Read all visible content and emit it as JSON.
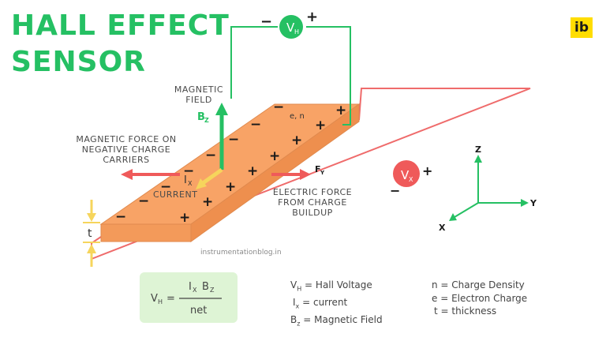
{
  "title_lines": [
    "HALL EFFECT",
    "SENSOR"
  ],
  "logo": "ib",
  "colors": {
    "green": "#25c063",
    "orange": "#f8a060",
    "red": "#ef5a5a",
    "yellow": "#f6d55c",
    "wire_red": "#ef6b6b",
    "formula_bg": "#def4d5"
  },
  "labels": {
    "magnetic_field": [
      "MAGNETIC",
      "FIELD"
    ],
    "bz": "B",
    "bz_sub": "Z",
    "magnetic_force": [
      "MAGNETIC FORCE ON",
      "NEGATIVE CHARGE",
      "CARRIERS"
    ],
    "ix": "I",
    "ix_sub": "X",
    "current": "CURRENT",
    "fy": "F",
    "fy_sub": "Y",
    "electric_force": [
      "ELECTRIC FORCE",
      "FROM CHARGE",
      "BUILDUP"
    ],
    "en": "e, n",
    "thickness": "t",
    "watermark": "instrumentationblog.in"
  },
  "meters": {
    "vh": {
      "label": "V",
      "sub": "H",
      "minus": "−",
      "plus": "+"
    },
    "vx": {
      "label": "V",
      "sub": "X",
      "minus": "−",
      "plus": "+"
    }
  },
  "axes": {
    "z": "Z",
    "y": "Y",
    "x": "X"
  },
  "charges": {
    "minus": "−",
    "plus": "+"
  },
  "formula": {
    "lhs": "V",
    "lhs_sub": "H",
    "eq": "=",
    "num_i": "I",
    "num_i_sub": "X",
    "num_b": "B",
    "num_b_sub": "Z",
    "den": "net"
  },
  "legend_left": [
    {
      "sym": "V",
      "sub": "H",
      "text": " = Hall Voltage"
    },
    {
      "sym": "I",
      "sub": "x",
      "text": " = current"
    },
    {
      "sym": "B",
      "sub": "z",
      "text": " = Magnetic Field"
    }
  ],
  "legend_right": [
    "n = Charge Density",
    "e = Electron Charge",
    "t = thickness"
  ]
}
